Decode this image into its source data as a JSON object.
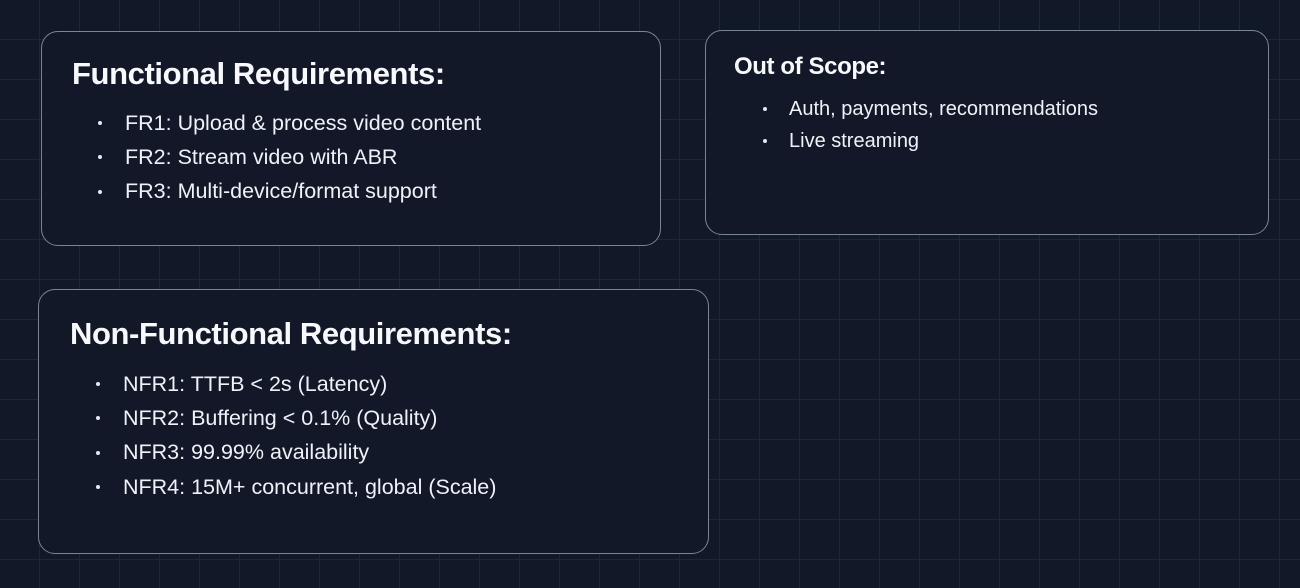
{
  "theme": {
    "page_background": "#111828",
    "grid_line_color": "#1e2738",
    "card_background": "#121827",
    "card_border_color": "#7a8499",
    "heading_color": "#f7f9fc",
    "body_text_color": "#eef2f8",
    "bullet_color": "#e4e9f2"
  },
  "cards": {
    "functional": {
      "title": "Functional Requirements:",
      "items": [
        "FR1: Upload & process video content",
        "FR2: Stream video with ABR",
        "FR3: Multi-device/format support"
      ]
    },
    "out_of_scope": {
      "title": "Out of Scope:",
      "items": [
        "Auth, payments, recommendations",
        "Live streaming"
      ]
    },
    "non_functional": {
      "title": "Non-Functional Requirements:",
      "items": [
        "NFR1: TTFB < 2s (Latency)",
        "NFR2: Buffering < 0.1% (Quality)",
        "NFR3: 99.99% availability",
        "NFR4: 15M+ concurrent, global (Scale)"
      ]
    }
  }
}
